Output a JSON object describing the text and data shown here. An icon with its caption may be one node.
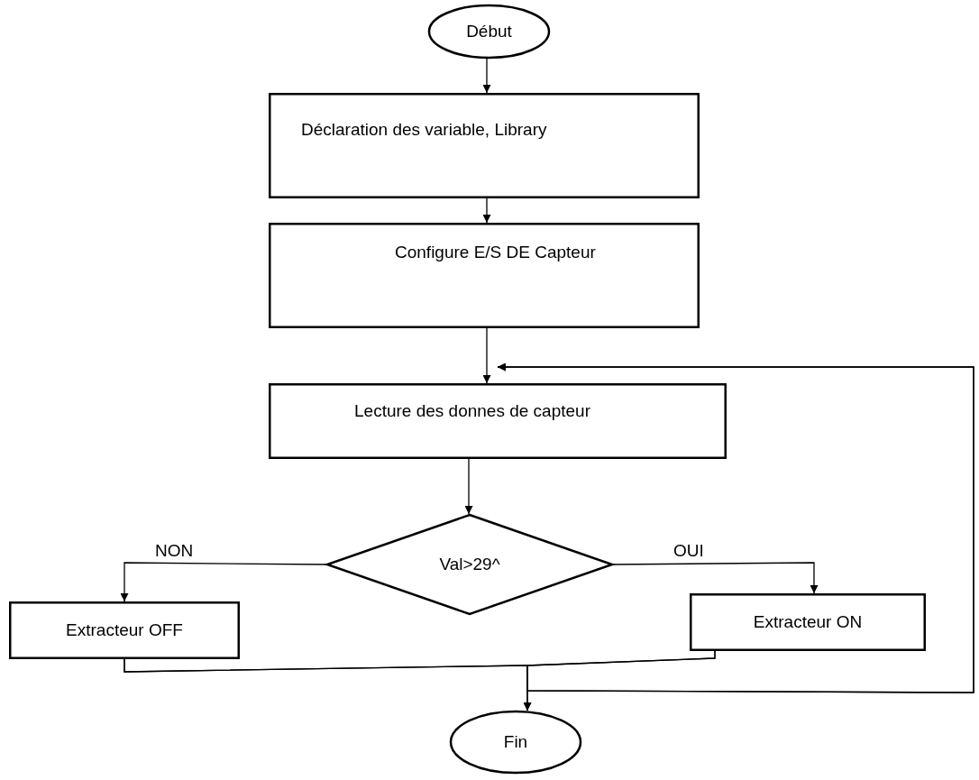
{
  "diagram": {
    "nodes": [
      {
        "text": [
          "Début"
        ]
      },
      {
        "text": [
          "Déclaration des variable, Library"
        ]
      },
      {
        "text": [
          "Configure E/S DE Capteur"
        ]
      },
      {
        "text": [
          "Lecture des donnes de capteur"
        ]
      },
      {
        "text": [
          "Val>29^"
        ]
      },
      {
        "text": [
          "Extracteur OFF"
        ]
      },
      {
        "text": [
          "Extracteur ON"
        ]
      },
      {
        "text": [
          "Fin"
        ]
      }
    ],
    "edges": [
      {
        "from": 0,
        "to": 1,
        "arrow": "to"
      },
      {
        "from": 1,
        "to": 2,
        "arrow": "to"
      },
      {
        "from": 2,
        "to": 3,
        "arrow": "to"
      },
      {
        "from": 3,
        "to": 4,
        "arrow": "to"
      },
      {
        "from": 4,
        "to": 5,
        "arrow": "to",
        "label": "NON"
      },
      {
        "from": 4,
        "to": 6,
        "arrow": "to",
        "label": "OUI"
      },
      {
        "from": 5,
        "to": 7,
        "arrow": "to"
      },
      {
        "from": 6,
        "to": 7,
        "arrow": "to"
      },
      {
        "from": 5,
        "to": 3,
        "arrow": "to"
      },
      {
        "from": 6,
        "to": 3,
        "arrow": "to"
      }
    ]
  }
}
